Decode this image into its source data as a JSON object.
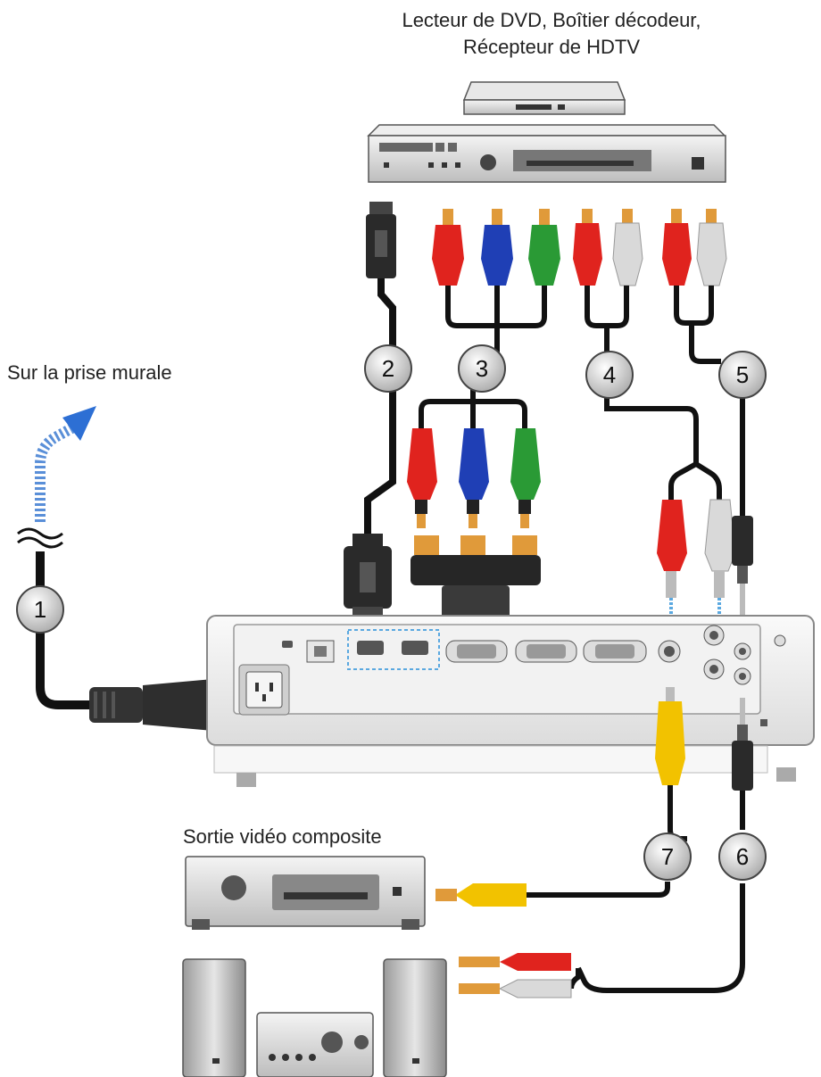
{
  "labels": {
    "source_line1": "Lecteur de DVD, Boîtier décodeur,",
    "source_line2": "Récepteur de HDTV",
    "wall_outlet": "Sur la prise murale",
    "composite_out": "Sortie vidéo composite"
  },
  "callouts": [
    "1",
    "2",
    "3",
    "4",
    "5",
    "6",
    "7"
  ],
  "colors": {
    "red": "#e0231e",
    "blue": "#1f3fb5",
    "green": "#2a9a35",
    "white": "#d9d9d9",
    "yellow": "#f2c200",
    "cable": "#111111",
    "arrow": "#2d6fd4"
  }
}
